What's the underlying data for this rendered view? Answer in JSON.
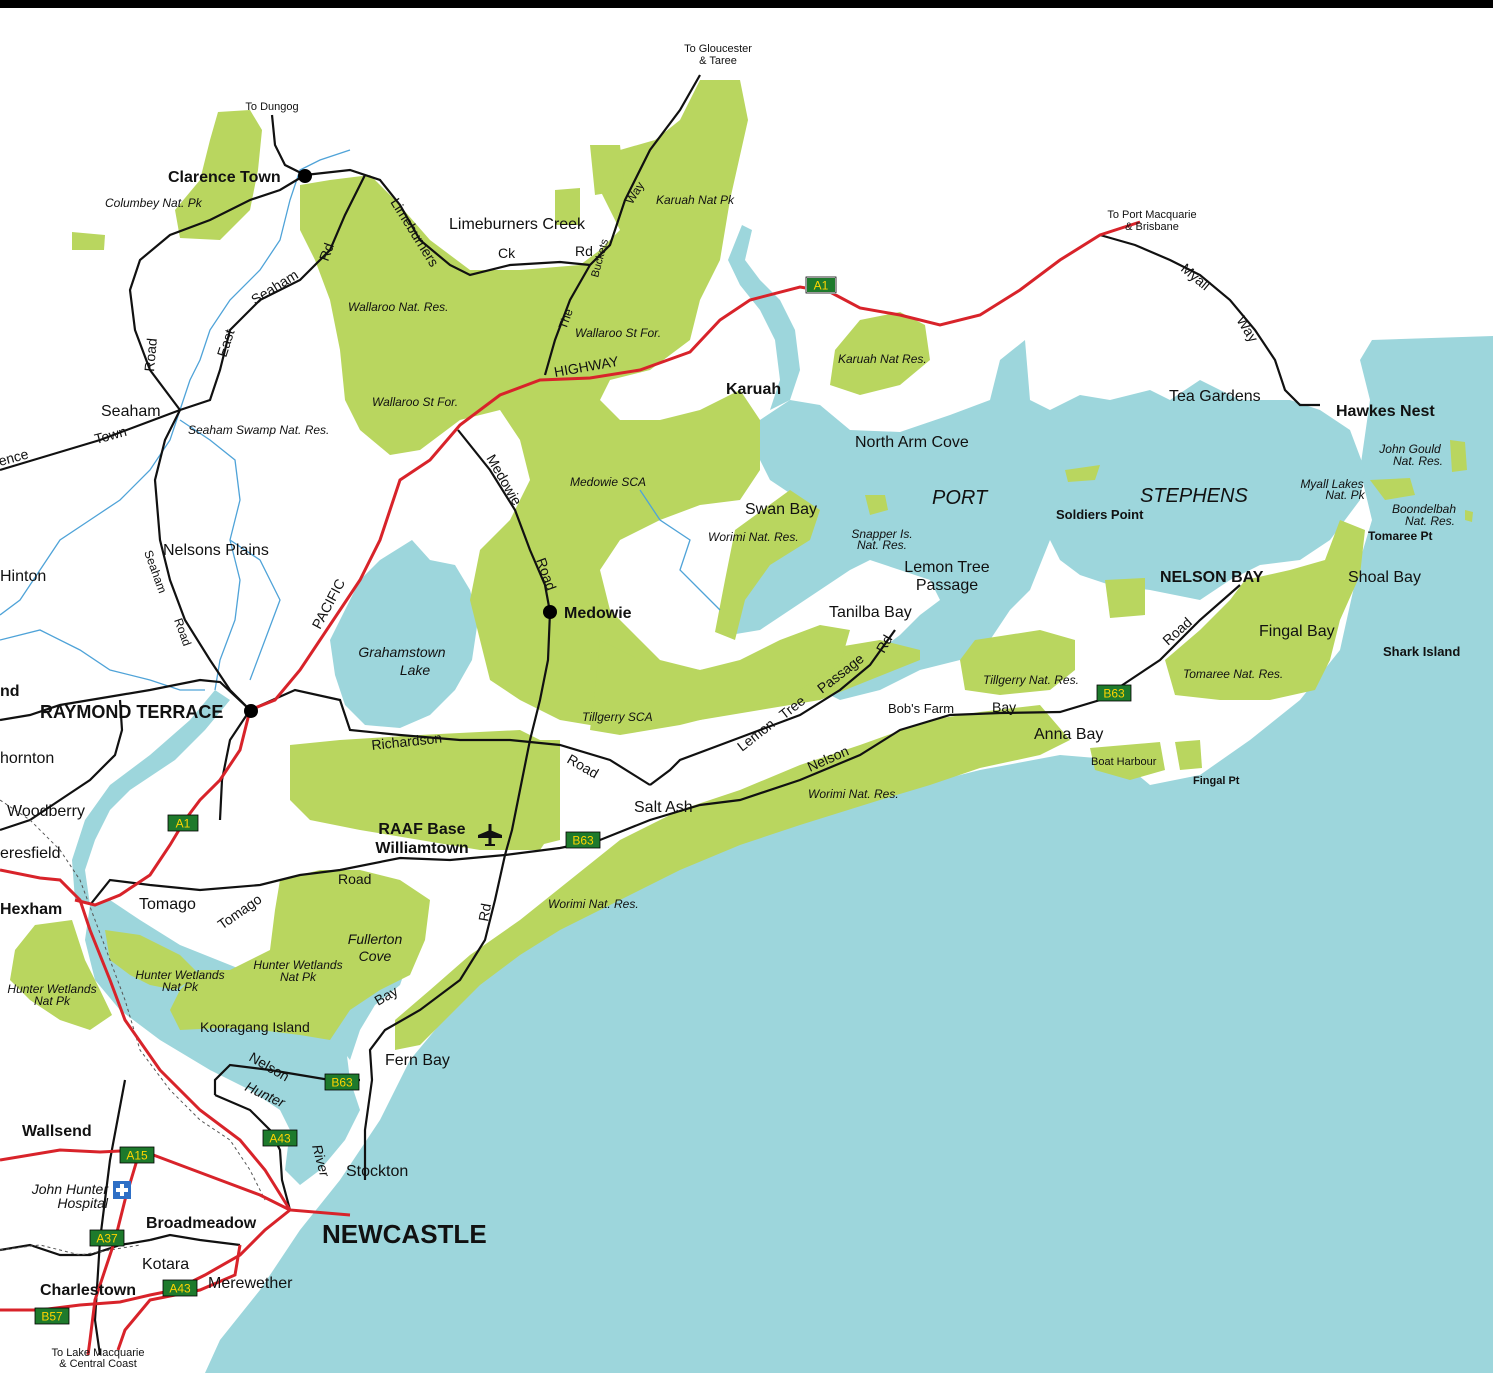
{
  "colors": {
    "water": "#9dd6dc",
    "park": "#b9d65f",
    "highway": "#d8232a",
    "road": "#111111",
    "river": "#4fa3d8",
    "badge": "#1e7a2c"
  },
  "places": {
    "clarence_town": "Clarence Town",
    "limeburners_creek": "Limeburners Creek",
    "seaham": "Seaham",
    "nelsons_plains": "Nelsons Plains",
    "hinton": "Hinton",
    "raymond_terrace": "RAYMOND TERRACE",
    "thornton": "hornton",
    "woodberry": "Woodberry",
    "beresfield": "eresfield",
    "hexham": "Hexham",
    "tomago": "Tomago",
    "karuah": "Karuah",
    "tea_gardens": "Tea Gardens",
    "hawkes_nest": "Hawkes Nest",
    "north_arm_cove": "North Arm Cove",
    "swan_bay": "Swan Bay",
    "soldiers_point": "Soldiers Point",
    "lemon_tree_passage": [
      "Lemon Tree",
      "Passage"
    ],
    "tanilba_bay": "Tanilba Bay",
    "nelson_bay": "NELSON BAY",
    "shoal_bay": "Shoal Bay",
    "fingal_bay": "Fingal Bay",
    "shark_island": "Shark Island",
    "tomaree_pt": "Tomaree Pt",
    "medowie": "Medowie",
    "bobs_farm": "Bob's Farm",
    "anna_bay": "Anna Bay",
    "boat_harbour": "Boat Harbour",
    "fingal_pt": "Fingal Pt",
    "salt_ash": "Salt Ash",
    "raaf": [
      "RAAF Base",
      "Williamtown"
    ],
    "fern_bay": "Fern Bay",
    "stockton": "Stockton",
    "newcastle": "NEWCASTLE",
    "wallsend": "Wallsend",
    "john_hunter": [
      "John Hunter",
      "Hospital"
    ],
    "broadmeadow": "Broadmeadow",
    "kotara": "Kotara",
    "charlestown": "Charlestown",
    "merewether": "Merewether",
    "kooragang": "Kooragang Island",
    "land_left": "nd"
  },
  "water_labels": {
    "port": "PORT",
    "stephens": "STEPHENS",
    "grahamstown": [
      "Grahamstown",
      "Lake"
    ],
    "fullerton": [
      "Fullerton",
      "Cove"
    ]
  },
  "parks": {
    "columbey": "Columbey Nat. Pk",
    "wallaroo_res": "Wallaroo Nat. Res.",
    "wallaroo_sf1": "Wallaroo St For.",
    "wallaroo_sf2": "Wallaroo St For.",
    "karuah_np": "Karuah Nat Pk",
    "karuah_nr": "Karuah Nat Res.",
    "seaham_swamp": "Seaham Swamp Nat. Res.",
    "medowie_sca": "Medowie SCA",
    "worimi1": "Worimi Nat. Res.",
    "worimi2": "Worimi Nat. Res.",
    "worimi3": "Worimi Nat. Res.",
    "snapper": [
      "Snapper Is.",
      "Nat. Res."
    ],
    "tillgerry_sca": "Tillgerry SCA",
    "tillgerry_nr": "Tillgerry Nat. Res.",
    "tomaree": "Tomaree Nat. Res.",
    "john_gould": [
      "John Gould",
      "Nat. Res."
    ],
    "myall_lakes": [
      "Myall Lakes",
      "Nat. Pk"
    ],
    "boondelbah": [
      "Boondelbah",
      "Nat. Res."
    ],
    "hunter_wet1": [
      "Hunter Wetlands",
      "Nat Pk"
    ],
    "hunter_wet2": [
      "Hunter Wetlands",
      "Nat Pk"
    ],
    "hunter_wet3": [
      "Hunter Wetlands",
      "Nat Pk"
    ]
  },
  "road_labels": {
    "limeburners": "Limeburners",
    "ck": "Ck",
    "rd1": "Rd",
    "buckets": "Buckets",
    "way1": "Way",
    "the": "The",
    "east": "East",
    "seaham_rd": "Seaham",
    "rd2": "Rd",
    "road_v": "Road",
    "town": "Town",
    "ence": "ence",
    "highway": "HIGHWAY",
    "pacific": "PACIFIC",
    "medowie_rd": "Medowie",
    "road_med": "Road",
    "seaham_rd2": "Seaham",
    "road_sea": "Road",
    "myall": "Myall",
    "way2": "Way",
    "richardson": "Richardson",
    "road_rich": "Road",
    "lemon": "Lemon",
    "tree": "Tree",
    "passage": "Passage",
    "rd_ltp": "Rd",
    "nelson": "Nelson",
    "bay_nb": "Bay",
    "road_nb": "Road",
    "tomago_rd": "Tomago",
    "road_tom": "Road",
    "rd_wil": "Rd",
    "bay_fern": "Bay",
    "nelson2": "Nelson",
    "hunter": "Hunter",
    "river": "River"
  },
  "destinations": {
    "dungog": "To Dungog",
    "gloucester": [
      "To Gloucester",
      "& Taree"
    ],
    "port_macquarie": [
      "To Port Macquarie",
      "& Brisbane"
    ],
    "lake_macquarie": [
      "To Lake Macquarie",
      "& Central Coast"
    ]
  },
  "route_badges": {
    "a1_north": "A1",
    "a1_south": "A1",
    "b63_nb": "B63",
    "b63_wil": "B63",
    "b63_kg": "B63",
    "a43_s": "A43",
    "a15": "A15",
    "a37": "A37",
    "a43_m": "A43",
    "b57": "B57"
  },
  "icons": {
    "airport": "airplane-icon",
    "hospital": "hospital-cross-icon"
  }
}
